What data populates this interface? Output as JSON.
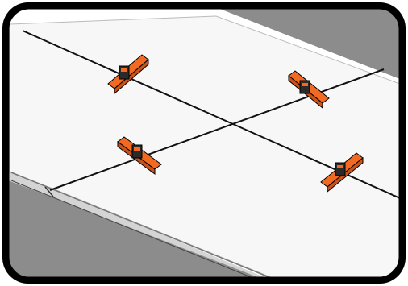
{
  "illustration": {
    "subject": "tile-leveling-system",
    "frame": {
      "border_color": "#000000",
      "inner_fill": "#ffffff"
    },
    "tiles": {
      "count": 4,
      "surface_color": "#f7f7f7",
      "edge_color": "#cfcfcf",
      "floor_color": "#8c8c8c",
      "grout_line_color": "#111111"
    },
    "levelers": {
      "count": 4,
      "wedge_color": "#f26a21",
      "wedge_shade_color": "#c9521a",
      "clip_color": "#2a2a2a",
      "icon": "tile-leveler-wedge-icon"
    }
  }
}
